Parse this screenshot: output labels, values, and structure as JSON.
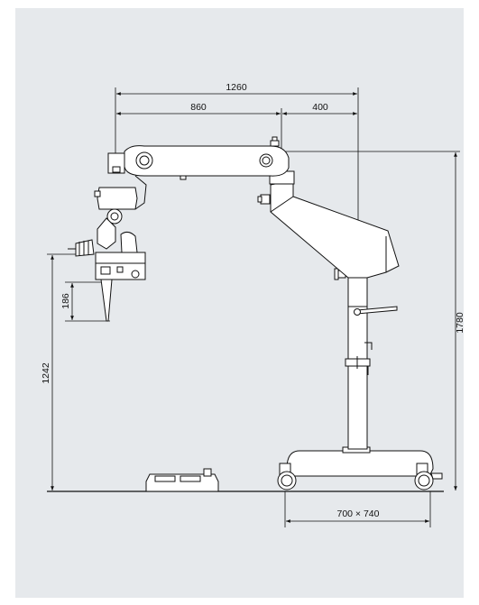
{
  "diagram": {
    "dimensions": {
      "overall_reach": "1260",
      "arm_reach": "860",
      "column_offset": "400",
      "total_height": "1780",
      "optics_height": "1242",
      "working_distance": "186",
      "base_footprint": "700 × 740"
    }
  }
}
